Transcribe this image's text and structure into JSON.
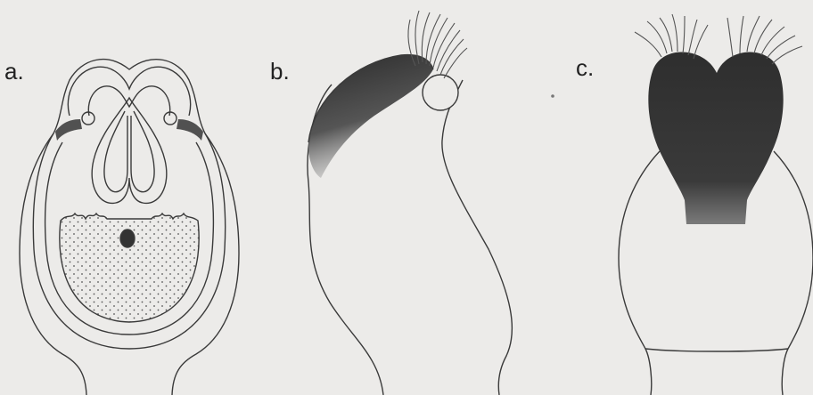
{
  "figure": {
    "panels": [
      {
        "label": "a."
      },
      {
        "label": "b."
      },
      {
        "label": "c."
      }
    ],
    "colors": {
      "background": "#ecebe9",
      "ink": "#3a3a3a",
      "shading": "#2b2b2b"
    }
  }
}
